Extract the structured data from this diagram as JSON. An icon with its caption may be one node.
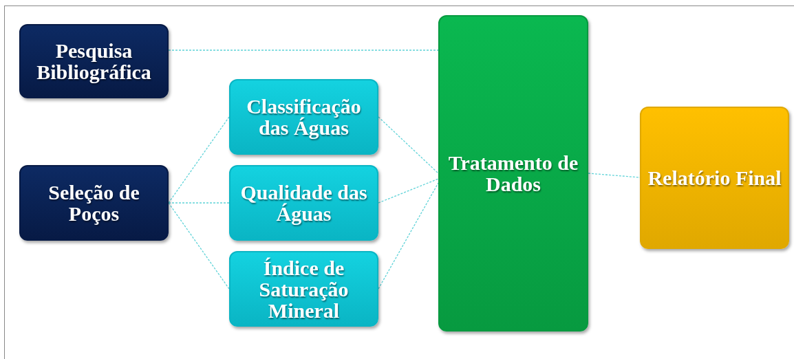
{
  "diagram": {
    "nodes": [
      {
        "text": [
          "Pesquisa Bibliográfica"
        ]
      },
      {
        "text": [
          "Seleção de Poços"
        ]
      },
      {
        "text": [
          "Classificação das Águas"
        ]
      },
      {
        "text": [
          "Qualidade das Águas"
        ]
      },
      {
        "text": [
          "Índice de Saturação Mineral"
        ]
      },
      {
        "text": [
          "Tratamento de Dados"
        ]
      },
      {
        "text": [
          "Relatório Final"
        ]
      }
    ],
    "edges": [
      {
        "from": 0,
        "to": 5,
        "arrow": "none"
      },
      {
        "from": 1,
        "to": 2,
        "arrow": "none"
      },
      {
        "from": 1,
        "to": 3,
        "arrow": "none"
      },
      {
        "from": 1,
        "to": 4,
        "arrow": "none"
      },
      {
        "from": 2,
        "to": 5,
        "arrow": "none"
      },
      {
        "from": 3,
        "to": 5,
        "arrow": "none"
      },
      {
        "from": 4,
        "to": 5,
        "arrow": "none"
      },
      {
        "from": 5,
        "to": 6,
        "arrow": "none"
      }
    ]
  }
}
